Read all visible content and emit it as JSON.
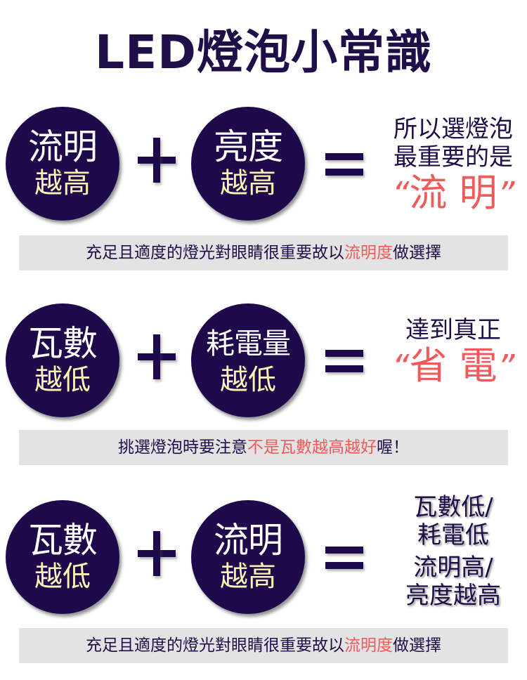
{
  "title": "LED燈泡小常識",
  "colors": {
    "circle_bg": "#1e0a4a",
    "circle_top_text": "#ffffff",
    "circle_bottom_text": "#fbf2b4",
    "dark_text": "#1f0e48",
    "highlight_red": "#f15a5a",
    "banner_bg": "#e3e3e3"
  },
  "operators": {
    "plus": "+",
    "equals": "="
  },
  "sections": [
    {
      "circle1": {
        "top": "流明",
        "bottom": "越高"
      },
      "circle2": {
        "top": "亮度",
        "bottom": "越高"
      },
      "result": {
        "line1": "所以選燈泡",
        "line2": "最重要的是",
        "emphasis_open_quote": "“",
        "emphasis": "流 明",
        "emphasis_close_quote": "”"
      },
      "banner": {
        "before": "充足且適度的燈光對眼睛很重要故以",
        "highlight": "流明度",
        "after": "做選擇"
      }
    },
    {
      "circle1": {
        "top": "瓦數",
        "bottom": "越低"
      },
      "circle2": {
        "top": "耗電量",
        "bottom": "越低"
      },
      "result": {
        "line1": "達到真正",
        "emphasis_open_quote": "“",
        "emphasis": "省 電",
        "emphasis_close_quote": "”"
      },
      "banner": {
        "before": "挑選燈泡時要注意",
        "highlight": "不是瓦數越高越好",
        "after": "喔！"
      }
    },
    {
      "circle1": {
        "top": "瓦數",
        "bottom": "越低"
      },
      "circle2": {
        "top": "流明",
        "bottom": "越高"
      },
      "result": {
        "line1": "瓦數低/",
        "line2": "耗電低",
        "line3": "流明高/",
        "line4": "亮度越高"
      },
      "banner": {
        "before": "充足且適度的燈光對眼睛很重要故以",
        "highlight": "流明度",
        "after": "做選擇"
      }
    }
  ]
}
